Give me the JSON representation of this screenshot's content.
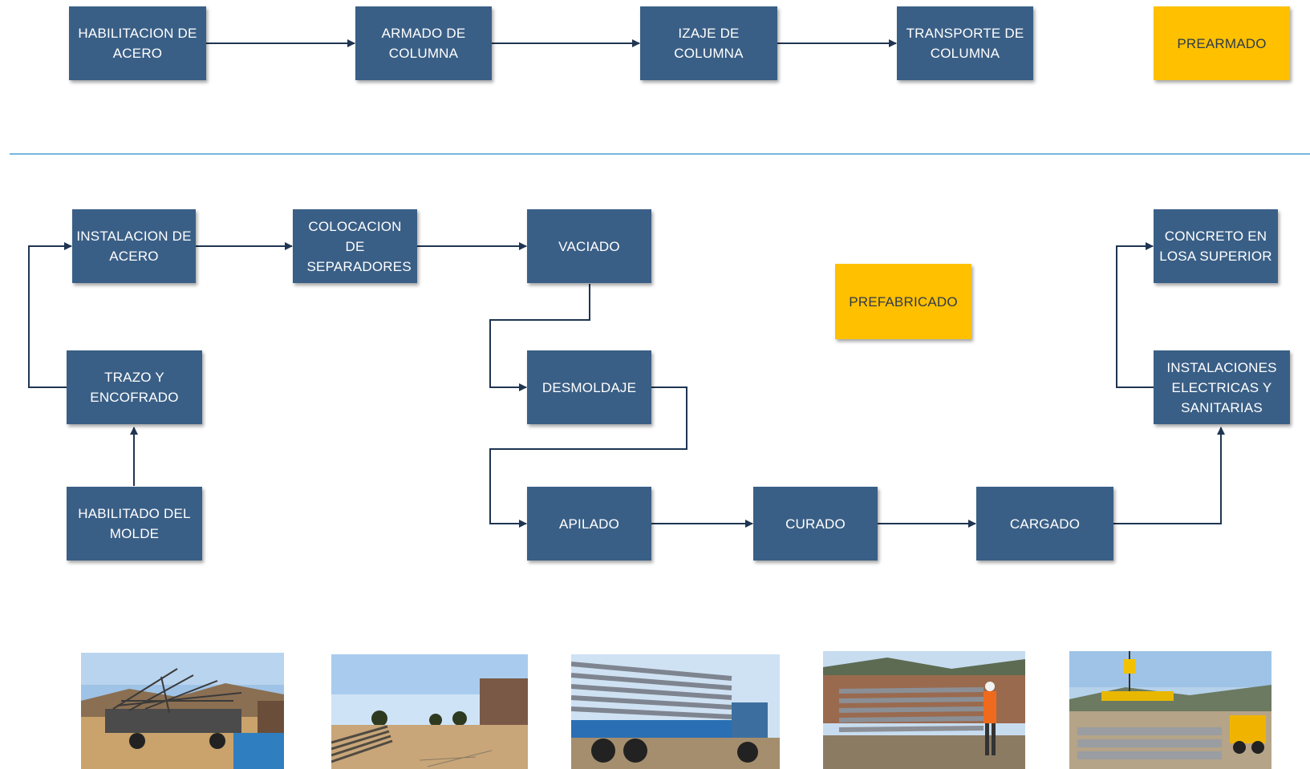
{
  "colors": {
    "box_blue": "#3a5f86",
    "box_yellow": "#ffc000",
    "connector": "#1f3552",
    "divider": "#4a9fd0"
  },
  "top_flow": {
    "habilitacion_acero": "HABILITACION DE ACERO",
    "armado_columna": "ARMADO DE COLUMNA",
    "izaje_columna": "IZAJE DE COLUMNA",
    "transporte_columna": "TRANSPORTE DE COLUMNA",
    "prearmado": "PREARMADO"
  },
  "bottom_flow": {
    "instalacion_acero": "INSTALACION DE ACERO",
    "colocacion_separadores": "COLOCACION DE SEPARADORES",
    "vaciado": "VACIADO",
    "desmoldaje": "DESMOLDAJE",
    "trazo_encofrado": "TRAZO Y ENCOFRADO",
    "habilitado_molde": "HABILITADO DEL MOLDE",
    "apilado": "APILADO",
    "curado": "CURADO",
    "cargado": "CARGADO",
    "instalaciones": "INSTALACIONES ELECTRICAS Y SANITARIAS",
    "concreto_losa": "CONCRETO EN LOSA SUPERIOR",
    "prefabricado": "PREFABRICADO"
  },
  "photos": [
    {
      "icon": "steel-rebar-truck-photo"
    },
    {
      "icon": "rebar-pile-field-photo"
    },
    {
      "icon": "loaded-truck-beams-photo"
    },
    {
      "icon": "stacked-slabs-worker-photo"
    },
    {
      "icon": "crane-precast-yard-photo"
    }
  ]
}
